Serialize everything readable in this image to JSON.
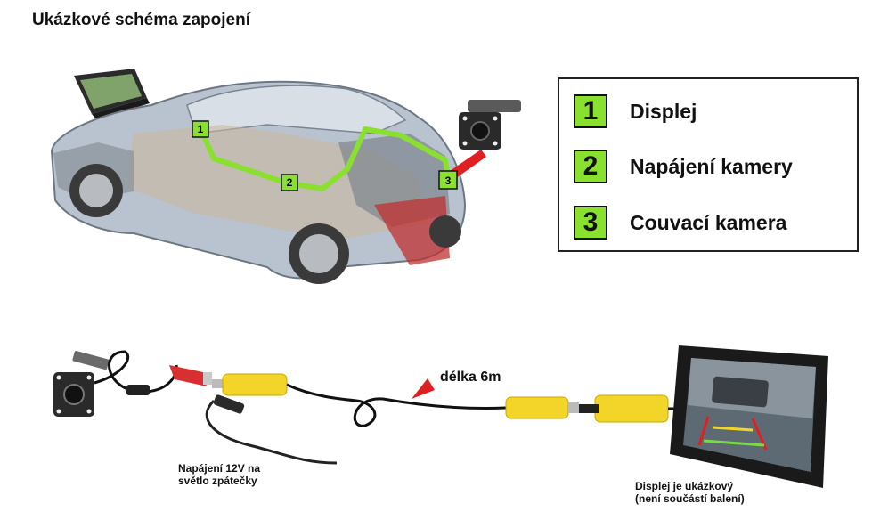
{
  "title": "Ukázkové schéma zapojení",
  "legend": [
    {
      "number": "1",
      "label": "Displej"
    },
    {
      "number": "2",
      "label": "Napájení kamery"
    },
    {
      "number": "3",
      "label": "Couvací kamera"
    }
  ],
  "car_markers": [
    "1",
    "2",
    "3"
  ],
  "cable_length": "délka 6m",
  "power_caption": "Napájení 12V na\nsvětlo zpátečky",
  "display_caption": "Displej je ukázkový\n(není součástí balení)",
  "colors": {
    "accent_green": "#8ae02f",
    "rca_yellow": "#f3d52a",
    "cable_red": "#e02020"
  }
}
